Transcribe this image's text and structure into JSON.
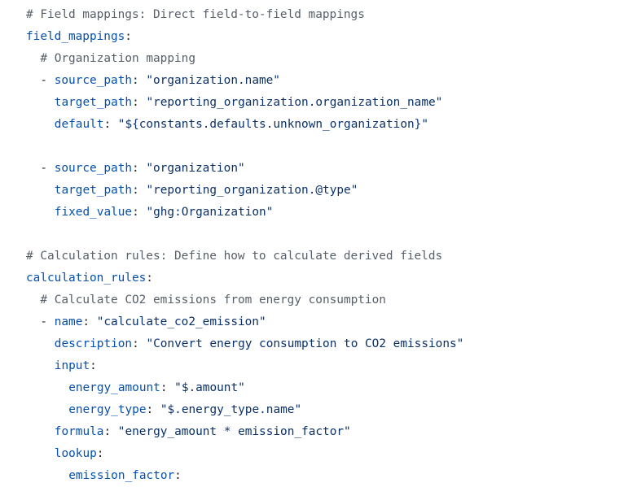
{
  "lines": [
    {
      "indent": 0,
      "segments": [
        {
          "t": "comment",
          "v": "# Field mappings: Direct field-to-field mappings"
        }
      ]
    },
    {
      "indent": 0,
      "segments": [
        {
          "t": "key",
          "v": "field_mappings"
        },
        {
          "t": "punct",
          "v": ":"
        }
      ]
    },
    {
      "indent": 1,
      "segments": [
        {
          "t": "comment",
          "v": "# Organization mapping"
        }
      ]
    },
    {
      "indent": 1,
      "segments": [
        {
          "t": "punct",
          "v": "- "
        },
        {
          "t": "key",
          "v": "source_path"
        },
        {
          "t": "punct",
          "v": ": "
        },
        {
          "t": "string",
          "v": "\"organization.name\""
        }
      ]
    },
    {
      "indent": 2,
      "segments": [
        {
          "t": "key",
          "v": "target_path"
        },
        {
          "t": "punct",
          "v": ": "
        },
        {
          "t": "string",
          "v": "\"reporting_organization.organization_name\""
        }
      ]
    },
    {
      "indent": 2,
      "segments": [
        {
          "t": "key",
          "v": "default"
        },
        {
          "t": "punct",
          "v": ": "
        },
        {
          "t": "string",
          "v": "\"${constants.defaults.unknown_organization}\""
        }
      ]
    },
    {
      "indent": 0,
      "segments": []
    },
    {
      "indent": 1,
      "segments": [
        {
          "t": "punct",
          "v": "- "
        },
        {
          "t": "key",
          "v": "source_path"
        },
        {
          "t": "punct",
          "v": ": "
        },
        {
          "t": "string",
          "v": "\"organization\""
        }
      ]
    },
    {
      "indent": 2,
      "segments": [
        {
          "t": "key",
          "v": "target_path"
        },
        {
          "t": "punct",
          "v": ": "
        },
        {
          "t": "string",
          "v": "\"reporting_organization.@type\""
        }
      ]
    },
    {
      "indent": 2,
      "segments": [
        {
          "t": "key",
          "v": "fixed_value"
        },
        {
          "t": "punct",
          "v": ": "
        },
        {
          "t": "string",
          "v": "\"ghg:Organization\""
        }
      ]
    },
    {
      "indent": 0,
      "segments": []
    },
    {
      "indent": 0,
      "segments": [
        {
          "t": "comment",
          "v": "# Calculation rules: Define how to calculate derived fields"
        }
      ]
    },
    {
      "indent": 0,
      "segments": [
        {
          "t": "key",
          "v": "calculation_rules"
        },
        {
          "t": "punct",
          "v": ":"
        }
      ]
    },
    {
      "indent": 1,
      "segments": [
        {
          "t": "comment",
          "v": "# Calculate CO2 emissions from energy consumption"
        }
      ]
    },
    {
      "indent": 1,
      "segments": [
        {
          "t": "punct",
          "v": "- "
        },
        {
          "t": "key",
          "v": "name"
        },
        {
          "t": "punct",
          "v": ": "
        },
        {
          "t": "string",
          "v": "\"calculate_co2_emission\""
        }
      ]
    },
    {
      "indent": 2,
      "segments": [
        {
          "t": "key",
          "v": "description"
        },
        {
          "t": "punct",
          "v": ": "
        },
        {
          "t": "string",
          "v": "\"Convert energy consumption to CO2 emissions\""
        }
      ]
    },
    {
      "indent": 2,
      "segments": [
        {
          "t": "key",
          "v": "input"
        },
        {
          "t": "punct",
          "v": ":"
        }
      ]
    },
    {
      "indent": 3,
      "segments": [
        {
          "t": "key",
          "v": "energy_amount"
        },
        {
          "t": "punct",
          "v": ": "
        },
        {
          "t": "string",
          "v": "\"$.amount\""
        }
      ]
    },
    {
      "indent": 3,
      "segments": [
        {
          "t": "key",
          "v": "energy_type"
        },
        {
          "t": "punct",
          "v": ": "
        },
        {
          "t": "string",
          "v": "\"$.energy_type.name\""
        }
      ]
    },
    {
      "indent": 2,
      "segments": [
        {
          "t": "key",
          "v": "formula"
        },
        {
          "t": "punct",
          "v": ": "
        },
        {
          "t": "string",
          "v": "\"energy_amount * emission_factor\""
        }
      ]
    },
    {
      "indent": 2,
      "segments": [
        {
          "t": "key",
          "v": "lookup"
        },
        {
          "t": "punct",
          "v": ":"
        }
      ]
    },
    {
      "indent": 3,
      "segments": [
        {
          "t": "key",
          "v": "emission_factor"
        },
        {
          "t": "punct",
          "v": ":"
        }
      ]
    }
  ],
  "colors": {
    "comment": "#57606a",
    "key": "#0550ae",
    "punct": "#1f2328",
    "string": "#0a3069",
    "background": "#ffffff"
  }
}
